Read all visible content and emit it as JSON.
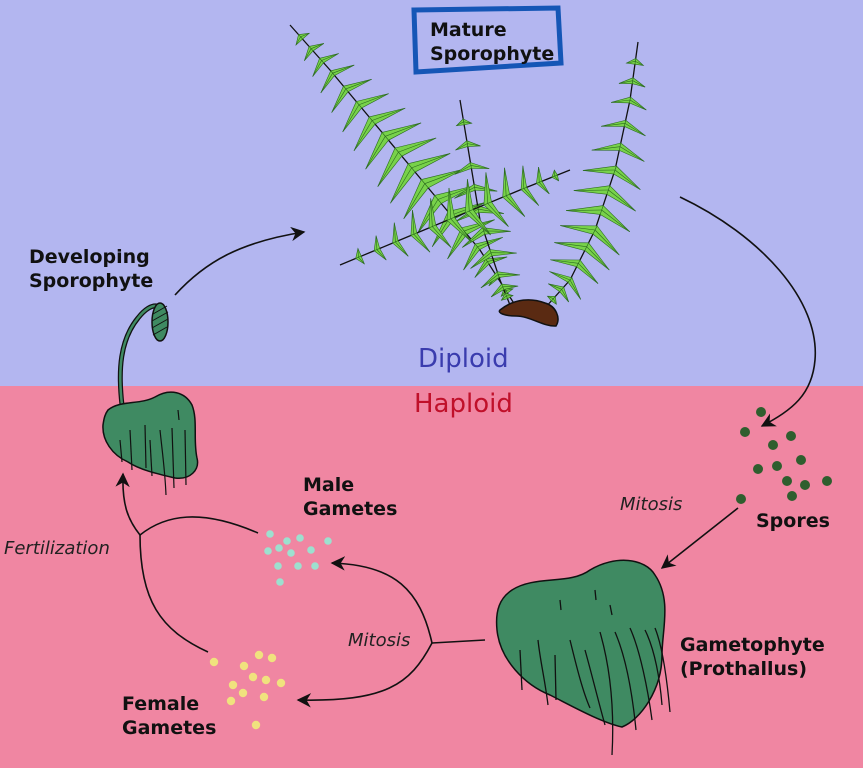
{
  "regions": {
    "diploid": "Diploid",
    "haploid": "Haploid"
  },
  "labels": {
    "mature_sporophyte": [
      "Mature",
      "Sporophyte"
    ],
    "developing_sporophyte": [
      "Developing",
      "Sporophyte"
    ],
    "spores": "Spores",
    "gametophyte": [
      "Gametophyte",
      "(Prothallus)"
    ],
    "male_gametes": [
      "Male",
      "Gametes"
    ],
    "female_gametes": [
      "Female",
      "Gametes"
    ]
  },
  "process_labels": {
    "mitosis_spores": "Mitosis",
    "mitosis_gametes": "Mitosis",
    "fertilization": "Fertilization"
  },
  "colors": {
    "diploid_bg": "#b3b6f0",
    "haploid_bg": "#f086a2",
    "diploid_text": "#3a3cae",
    "haploid_text": "#c0102a",
    "fern_leaf": "#78d24a",
    "thallus": "#3f8a62",
    "rhizome": "#5a2a12",
    "spore": "#2f5e2e",
    "male_gamete": "#9de0cf",
    "female_gamete": "#f0e27e",
    "title_box": "#1556b6"
  }
}
